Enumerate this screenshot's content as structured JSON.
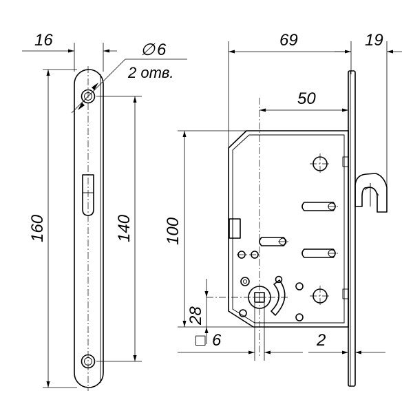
{
  "front_plate": {
    "width_dim": "16",
    "height_dim": "160",
    "hole_spacing_dim": "140",
    "hole_diameter": "6",
    "hole_count": "2 отв."
  },
  "lock_body": {
    "backset_dim": "50",
    "body_depth_dim": "69",
    "latch_projection_dim": "19",
    "body_height_dim": "100",
    "spindle_offset_dim": "28",
    "spindle_square": "6",
    "plate_thickness_dim": "2"
  },
  "symbols": {
    "diameter": "∅",
    "square": "□"
  }
}
